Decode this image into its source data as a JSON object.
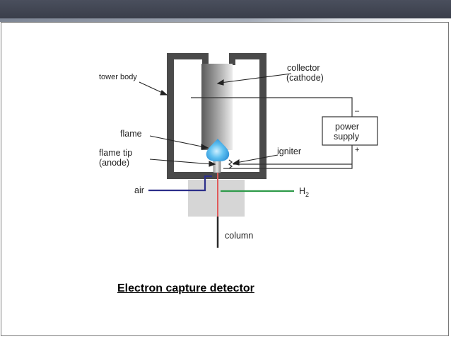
{
  "labels": {
    "collector": "collector",
    "cathode": "(cathode)",
    "tower_body": "tower body",
    "flame": "flame",
    "flame_tip": "flame tip",
    "anode": "(anode)",
    "igniter": "igniter",
    "power": "power",
    "supply": "supply",
    "minus": "–",
    "plus": "+",
    "air": "air",
    "h2": "H",
    "h2_sub": "2",
    "column": "column"
  },
  "caption": "Electron capture detector",
  "colors": {
    "tower": "#4a4a4a",
    "air_line": "#2c2f8a",
    "h2_line": "#2e9a4a",
    "column_line": "#e05a5a",
    "flame": "#4aaee8",
    "base_block": "#d6d6d6"
  }
}
